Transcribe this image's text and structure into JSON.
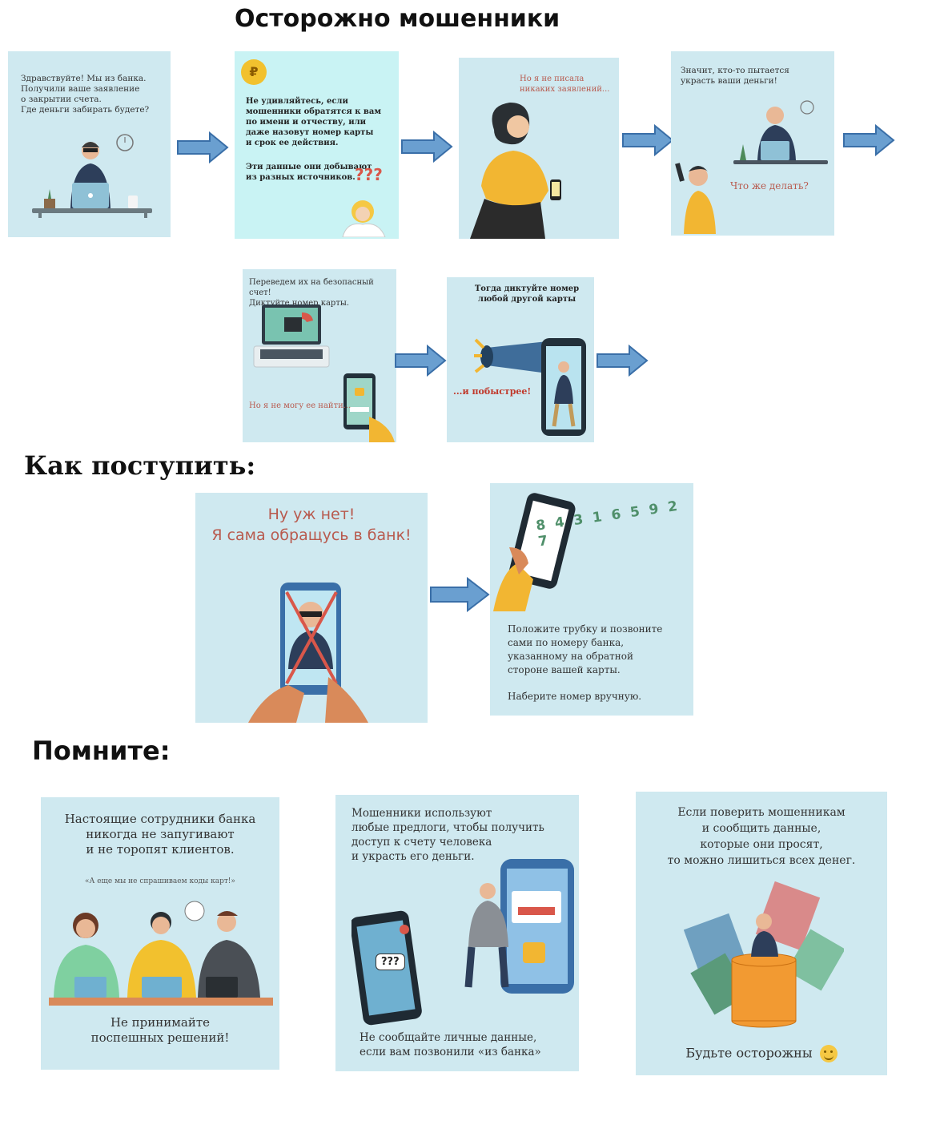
{
  "title": "Осторожно мошенники",
  "section_how": "Как поступить:",
  "section_remember": "Помните:",
  "colors": {
    "panel_bg": "#cfe9f0",
    "panel_mint": "#c9f3f4",
    "arrow_fill": "#6a9fd0",
    "arrow_stroke": "#3a6fa8",
    "accent_yellow": "#f2b632",
    "accent_red": "#b85a4e"
  },
  "story": [
    {
      "text": "Здравствуйте! Мы из банка.\nПолучили ваше заявление\nо закрытии счета.\nГде деньги забирать будете?"
    },
    {
      "coin": "₽",
      "text1": "Не удивляйтесь, если\nмошенники обратятся к вам\nпо имени и отчеству, или\nдаже назовут номер карты\nи срок ее действия.",
      "text2": "Эти данные они добывают\nиз разных источников.",
      "question": "???"
    },
    {
      "text": "Но я не писала\nникаких заявлений..."
    },
    {
      "text": "Значит, кто-то пытается\nукрасть ваши деньги!",
      "reply": "Что же делать?"
    },
    {
      "text": "Переведем их на безопасный счет!\nДиктуйте номер карты.",
      "reply": "Но я не могу ее найти..."
    },
    {
      "text": "Тогда диктуйте номер\nлюбой другой карты",
      "reply": "...и побыстрее!"
    }
  ],
  "how": [
    {
      "text": "Ну уж нет!\nЯ сама обращусь в банк!"
    },
    {
      "digits": "8 4 3 1 6 5 9 2 7",
      "text1": "Положите трубку и позвоните\nсами по номеру банка,\nуказанному на обратной\nстороне вашей карты.",
      "text2": "Наберите номер вручную."
    }
  ],
  "remember": [
    {
      "text1": "Настоящие сотрудники банка\nникогда не запугивают\nи не торопят клиентов.",
      "quote": "«А еще мы не спрашиваем коды карт!»",
      "text2": "Не принимайте\nпоспешных решений!"
    },
    {
      "text1": "Мошенники используют\nлюбые предлоги, чтобы получить\nдоступ к счету человека\nи украсть его деньги.",
      "bubble": "???",
      "text2": "Не сообщайте личные данные,\nесли вам позвонили «из банка»"
    },
    {
      "text1": "Если поверить мошенникам\nи сообщить данные,\nкоторые они просят,\nто можно лишиться всех денег.",
      "text2": "Будьте осторожны"
    }
  ]
}
